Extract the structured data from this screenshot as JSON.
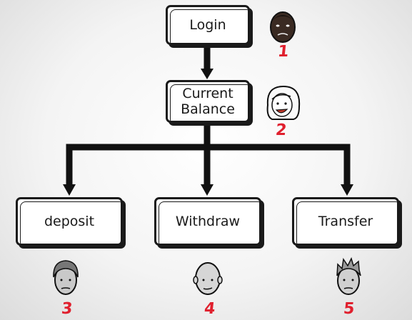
{
  "nodes": {
    "login": "Login",
    "balance_line1": "Current",
    "balance_line2": "Balance",
    "deposit": "deposit",
    "withdraw": "Withdraw",
    "transfer": "Transfer"
  },
  "user_numbers": [
    "1",
    "2",
    "3",
    "4",
    "5"
  ],
  "colors": {
    "number": "#e0202e",
    "ink": "#1a1a1a"
  },
  "avatars": [
    "dark-skinned-man-avatar",
    "smiling-woman-avatar",
    "shaggy-hair-man-avatar",
    "bald-man-avatar",
    "spiky-hair-man-avatar"
  ]
}
